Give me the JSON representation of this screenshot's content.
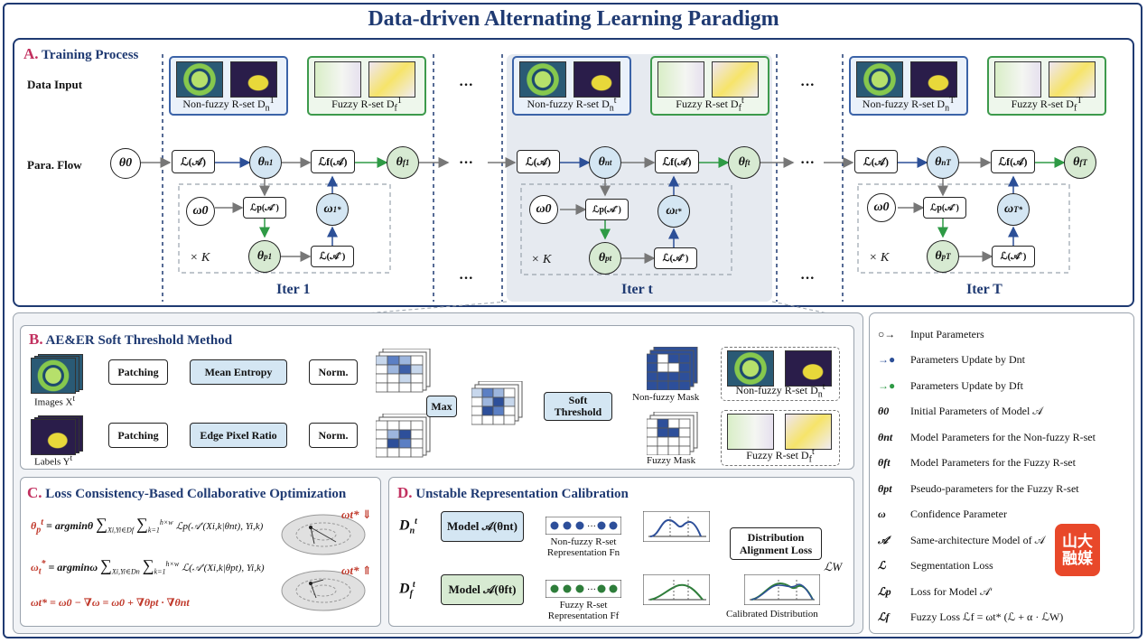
{
  "title": "Data-driven Alternating Learning Paradigm",
  "sectionA": {
    "letter": "A.",
    "label": "Training Process",
    "row_data_input": "Data Input",
    "row_para_flow": "Para. Flow",
    "theta0": "θ0",
    "omega0": "ω0",
    "loss_A": "ℒ(𝒜)",
    "loss_f_A": "ℒf(𝒜)",
    "loss_p_A": "ℒp(𝒜′)",
    "loss_A_prime": "ℒ(𝒜′)",
    "xK": "× K",
    "ellipsis": "···",
    "iters": [
      {
        "name": "Iter 1",
        "nonfuzzy": "Non-fuzzy R-set D",
        "nonfuzzy_sub": "n",
        "nonfuzzy_sup": "1",
        "fuzzy": "Fuzzy R-set D",
        "fuzzy_sub": "f",
        "fuzzy_sup": "1",
        "theta_n": "θ",
        "sup": "1",
        "omega": "ω",
        "theta_p": "θ"
      },
      {
        "name": "Iter t",
        "nonfuzzy": "Non-fuzzy R-set D",
        "nonfuzzy_sub": "n",
        "nonfuzzy_sup": "t",
        "fuzzy": "Fuzzy R-set D",
        "fuzzy_sub": "f",
        "fuzzy_sup": "t",
        "theta_n": "θ",
        "sup": "t",
        "omega": "ω",
        "theta_p": "θ"
      },
      {
        "name": "Iter T",
        "nonfuzzy": "Non-fuzzy R-set D",
        "nonfuzzy_sub": "n",
        "nonfuzzy_sup": "T",
        "fuzzy": "Fuzzy R-set D",
        "fuzzy_sub": "f",
        "fuzzy_sup": "T",
        "theta_n": "θ",
        "sup": "T",
        "omega": "ω",
        "theta_p": "θ"
      }
    ]
  },
  "sectionB": {
    "letter": "B.",
    "label": "AE&ER Soft Threshold Method",
    "images_label": "Images X",
    "images_sup": "t",
    "labels_label": "Labels Y",
    "labels_sup": "t",
    "patching": "Patching",
    "mean_entropy": "Mean Entropy",
    "edge_pixel_ratio": "Edge Pixel Ratio",
    "norm": "Norm.",
    "max": "Max",
    "soft_threshold_1": "Soft",
    "soft_threshold_2": "Threshold",
    "nonfuzzy_mask": "Non-fuzzy Mask",
    "fuzzy_mask": "Fuzzy Mask",
    "nonfuzzy_set": "Non-fuzzy R-set D",
    "nonfuzzy_set_sub": "n",
    "fuzzy_set": "Fuzzy R-set D",
    "fuzzy_set_sub": "f",
    "set_sup": "t"
  },
  "sectionC": {
    "letter": "C.",
    "label": "Loss Consistency-Based Collaborative Optimization",
    "eq1_lhs": "θ",
    "eq1_lhs_sub": "p",
    "eq1_lhs_sup": "t",
    "eq1_arg": "= argminθ",
    "eq1_sum": "∑",
    "eq1_sum_sub": "Xi,Yi∈Df",
    "eq1_sum2_sup": "h×w",
    "eq1_sum2_sub": "k=1",
    "eq1_body": "ℒp(𝒜′(Xi,k|θnt), Yi,k)",
    "eq2_lhs": "ω",
    "eq2_lhs_sub": "t",
    "eq2_lhs_sup": "*",
    "eq2_arg": "= argminω",
    "eq2_sum_sub": "Xi,Yi∈Dn",
    "eq2_body": "ℒ(𝒜′(Xi,k|θpt), Yi,k)",
    "eq3": "ωt* = ω0 − ∇ω = ω0 + ∇θpt · ∇θnt",
    "omega_star_1": "ωt* ⇓",
    "omega_star_2": "ωt* ⇑"
  },
  "sectionD": {
    "letter": "D.",
    "label": "Unstable Representation Calibration",
    "dn": "D",
    "dn_sub": "n",
    "dn_sup": "t",
    "df": "D",
    "df_sub": "f",
    "df_sup": "t",
    "model_n": "Model 𝒜(θnt)",
    "model_f": "Model 𝒜(θft)",
    "rep_n_1": "Non-fuzzy R-set",
    "rep_n_2": "Representation Fn",
    "rep_f_1": "Fuzzy R-set",
    "rep_f_2": "Representation Ff",
    "dist_loss_1": "Distribution",
    "dist_loss_2": "Alignment Loss",
    "lw": "ℒW",
    "calibrated": "Calibrated Distribution"
  },
  "legend": {
    "items": [
      {
        "sym": "○→",
        "text": "Input Parameters"
      },
      {
        "sym": "→●",
        "text": "Parameters Update by Dnt"
      },
      {
        "sym": "→●",
        "text": "Parameters Update by Dft"
      },
      {
        "sym": "θ0",
        "text": "Initial Parameters of Model 𝒜"
      },
      {
        "sym": "θnt",
        "text": "Model Parameters for the Non-fuzzy R-set"
      },
      {
        "sym": "θft",
        "text": "Model Parameters for the Fuzzy R-set"
      },
      {
        "sym": "θpt",
        "text": "Pseudo-parameters  for the Fuzzy R-set"
      },
      {
        "sym": "ω",
        "text": "Confidence Parameter"
      },
      {
        "sym": "𝒜′",
        "text": "Same-architecture Model of 𝒜"
      },
      {
        "sym": "ℒ",
        "text": "Segmentation Loss"
      },
      {
        "sym": "ℒp",
        "text": "Loss for Model 𝒜′"
      },
      {
        "sym": "ℒf",
        "text": "Fuzzy Loss  ℒf = ωt* (ℒ + α · ℒW)"
      }
    ]
  },
  "watermark": {
    "text": "山大融媒",
    "color": "#e8482a"
  },
  "colors": {
    "navy": "#1f3a72",
    "accent": "#c2305f",
    "blue_fill": "#d4e6f3",
    "green_fill": "#d7ead2",
    "blue_arrow": "#2c4f97",
    "green_arrow": "#2e9a45"
  }
}
